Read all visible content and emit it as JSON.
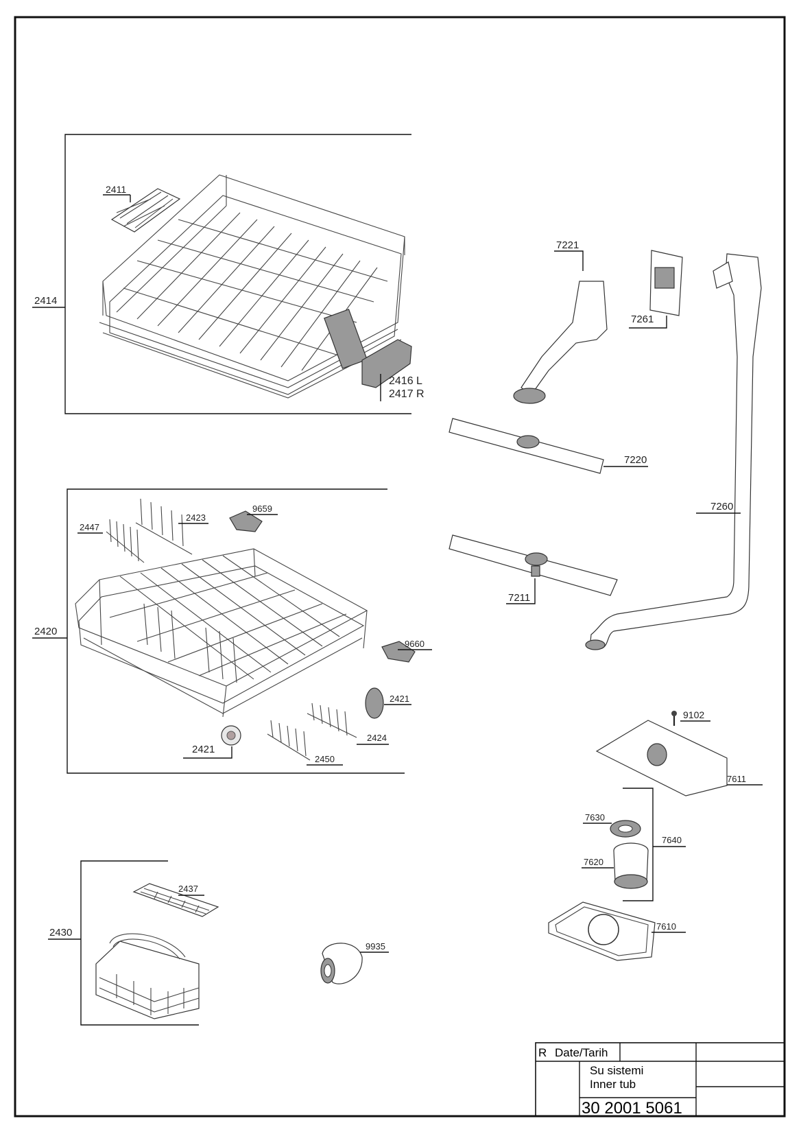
{
  "callouts": {
    "c2411": "2411",
    "c2414": "2414",
    "c2416": "2416 L",
    "c2417": "2417 R",
    "c7221": "7221",
    "c7261": "7261",
    "c7220": "7220",
    "c7260": "7260",
    "c7211": "7211",
    "c2423": "2423",
    "c9659": "9659",
    "c2447": "2447",
    "c2420": "2420",
    "c9660": "9660",
    "c2421a": "2421",
    "c2421b": "2421",
    "c2424": "2424",
    "c2450": "2450",
    "c9102": "9102",
    "c7611": "7611",
    "c7630": "7630",
    "c7640": "7640",
    "c7620": "7620",
    "c7610": "7610",
    "c2437": "2437",
    "c2430": "2430",
    "c9935": "9935"
  },
  "title_block": {
    "rev": "R",
    "date_label": "Date/Tarih",
    "title_tr": "Su sistemi",
    "title_en": "Inner tub",
    "part_no": "30 2001 5061"
  }
}
